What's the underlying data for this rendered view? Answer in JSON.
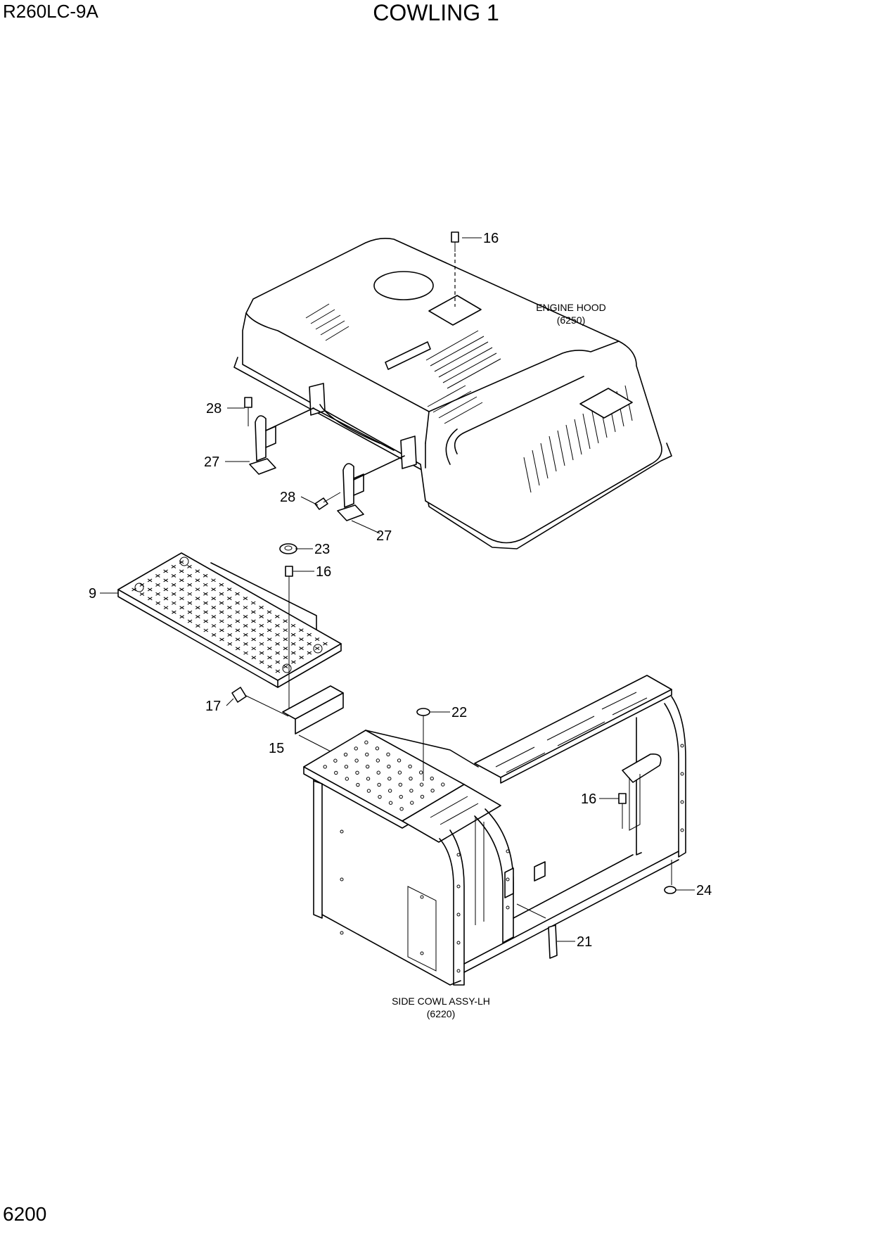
{
  "header": {
    "model": "R260LC-9A",
    "title": "COWLING 1",
    "page_number": "6200"
  },
  "captions": {
    "engine_hood": {
      "name": "ENGINE HOOD",
      "ref": "(6250)"
    },
    "side_cowl": {
      "name": "SIDE COWL ASSY-LH",
      "ref": "(6220)"
    }
  },
  "callouts": [
    {
      "id": "c16a",
      "label": "16"
    },
    {
      "id": "c28a",
      "label": "28"
    },
    {
      "id": "c27a",
      "label": "27"
    },
    {
      "id": "c28b",
      "label": "28"
    },
    {
      "id": "c27b",
      "label": "27"
    },
    {
      "id": "c23",
      "label": "23"
    },
    {
      "id": "c16b",
      "label": "16"
    },
    {
      "id": "c9",
      "label": "9"
    },
    {
      "id": "c17",
      "label": "17"
    },
    {
      "id": "c15",
      "label": "15"
    },
    {
      "id": "c22",
      "label": "22"
    },
    {
      "id": "c16c",
      "label": "16"
    },
    {
      "id": "c24",
      "label": "24"
    },
    {
      "id": "c21",
      "label": "21"
    }
  ]
}
